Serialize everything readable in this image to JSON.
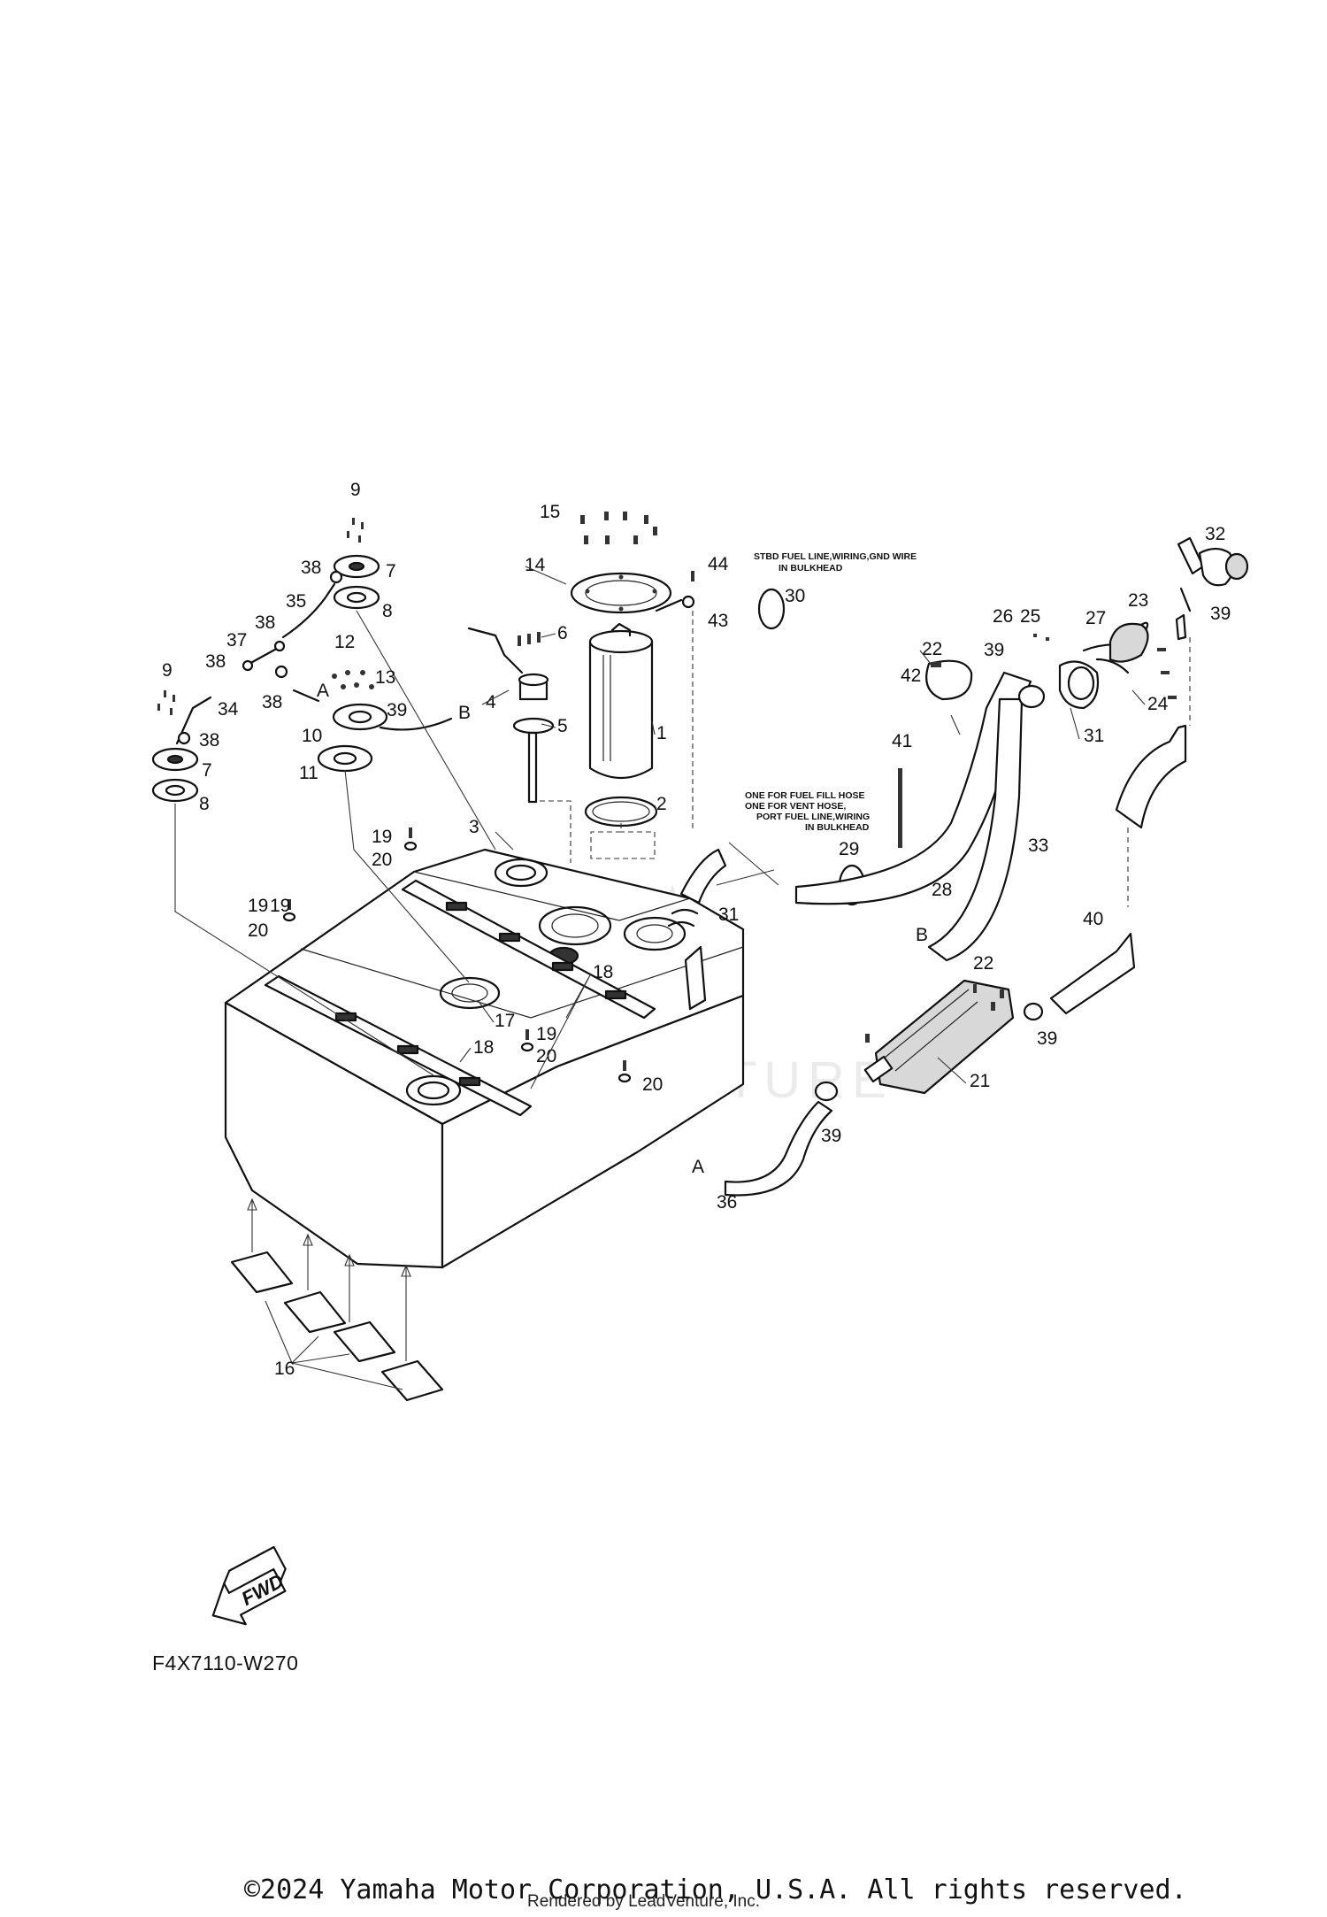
{
  "diagram": {
    "reference_code": "F4X7110-W270",
    "forward_marker": "FWD",
    "watermark": "ADVENTURE",
    "notes": {
      "stbd_bulkhead": [
        "STBD FUEL LINE,WIRING,GND WIRE",
        "IN BULKHEAD"
      ],
      "port_bulkhead": [
        "ONE FOR FUEL FILL HOSE",
        "ONE FOR VENT HOSE,",
        "PORT FUEL LINE,WIRING",
        "IN BULKHEAD"
      ]
    },
    "hose_connections": [
      "A",
      "B",
      "A",
      "B"
    ],
    "callouts": [
      "1",
      "2",
      "3",
      "4",
      "5",
      "6",
      "7",
      "7",
      "8",
      "8",
      "9",
      "9",
      "10",
      "11",
      "12",
      "13",
      "14",
      "15",
      "16",
      "17",
      "18",
      "18",
      "19",
      "19",
      "19",
      "20",
      "20",
      "20",
      "20",
      "21",
      "22",
      "22",
      "23",
      "24",
      "25",
      "26",
      "27",
      "28",
      "29",
      "30",
      "31",
      "31",
      "32",
      "33",
      "34",
      "35",
      "36",
      "37",
      "38",
      "38",
      "38",
      "38",
      "38",
      "39",
      "39",
      "39",
      "39",
      "39",
      "40",
      "41",
      "42",
      "43",
      "44",
      "19"
    ]
  },
  "footer": {
    "copyright": "©2024 Yamaha Motor Corporation, U.S.A. All rights reserved.",
    "rendered_by": "Rendered by LeadVenture, Inc."
  }
}
